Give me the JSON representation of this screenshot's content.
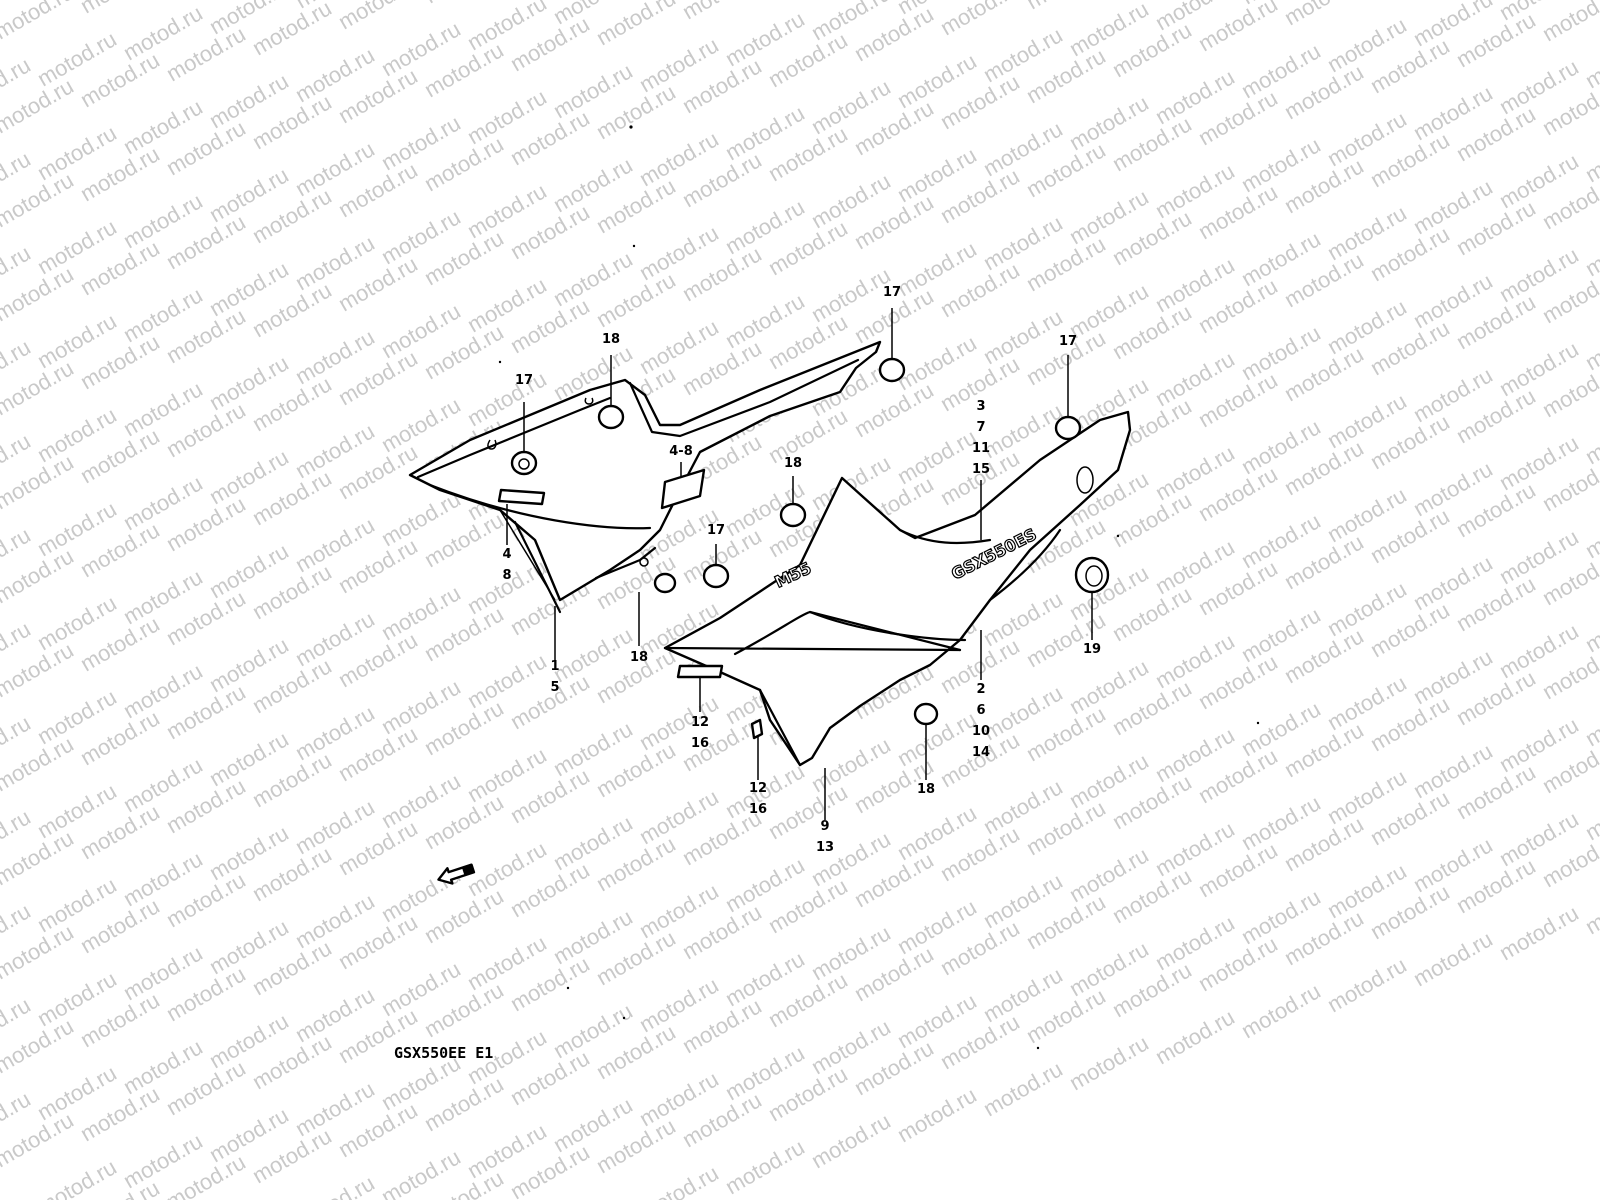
{
  "watermark": {
    "text": "motod.ru"
  },
  "diagram": {
    "caption": "GSX550EE E1",
    "decal_left": "M55",
    "decal_right": "GSX550ES"
  },
  "callouts": {
    "c17_left": [
      "17"
    ],
    "c18_top": [
      "18"
    ],
    "c17_top": [
      "17"
    ],
    "c17_right": [
      "17"
    ],
    "c4_8_top": [
      "4-8"
    ],
    "c4_8_side": [
      "4",
      "8"
    ],
    "c1_5": [
      "1",
      "5"
    ],
    "c18_lower": [
      "18"
    ],
    "c17_mid": [
      "17"
    ],
    "c18_mid": [
      "18"
    ],
    "c3_7_11_15": [
      "3",
      "7",
      "11",
      "15"
    ],
    "c19": [
      "19"
    ],
    "c2_6_10_14": [
      "2",
      "6",
      "10",
      "14"
    ],
    "c12_16_a": [
      "12",
      "16"
    ],
    "c12_16_b": [
      "12",
      "16"
    ],
    "c9_13": [
      "9",
      "13"
    ],
    "c18_bottom": [
      "18"
    ]
  }
}
